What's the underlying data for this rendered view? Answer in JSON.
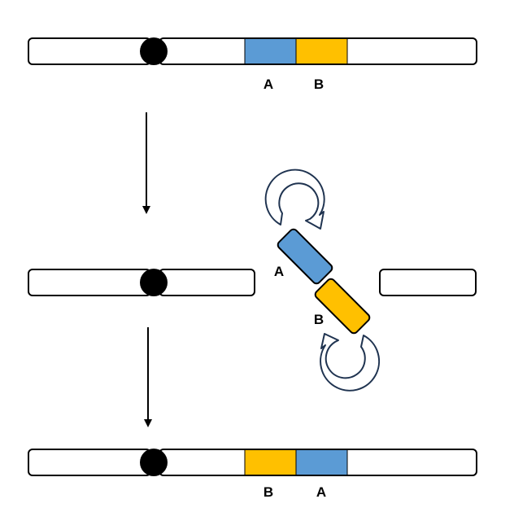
{
  "colors": {
    "segment_a": "#5b9bd5",
    "segment_b": "#ffc000",
    "outline": "#000000",
    "arrow_outline": "#1f3350",
    "background": "#ffffff"
  },
  "labels": {
    "top_a": "A",
    "top_b": "B",
    "middle_a": "A",
    "middle_b": "B",
    "bottom_b": "B",
    "bottom_a": "A"
  }
}
